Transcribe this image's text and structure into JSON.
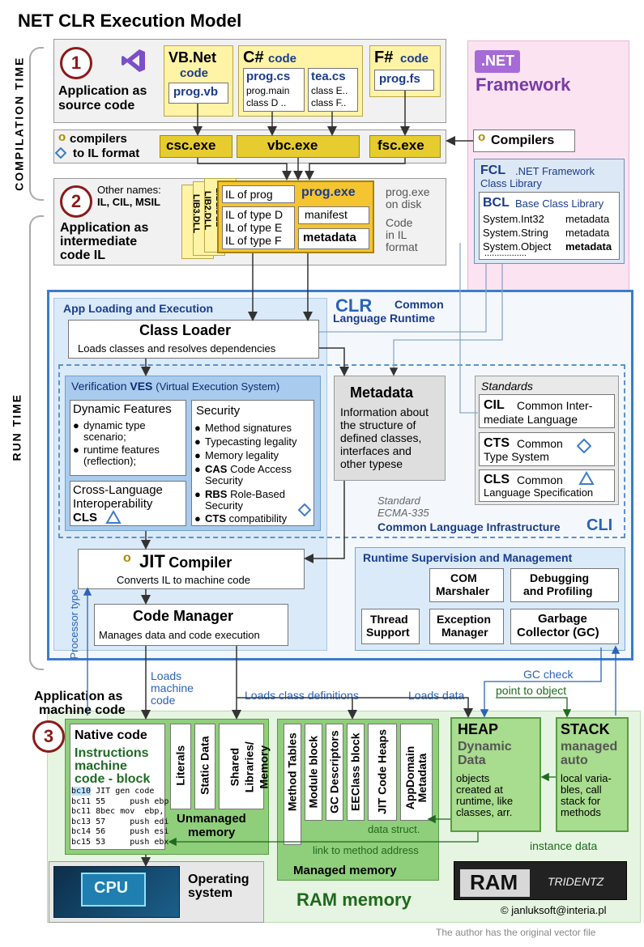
{
  "title": "NET CLR Execution Model",
  "side_labels": {
    "compilation": "COMPILATION TIME",
    "run": "RUN TIME"
  },
  "step_numbers": [
    "1",
    "2",
    "3"
  ],
  "source": {
    "caption": "Application as source code",
    "vb": {
      "title": "VB.Net",
      "sub": "code",
      "file": "prog.vb"
    },
    "cs": {
      "title": "C#",
      "sub": "code",
      "file1": "prog.cs",
      "file1_lines": [
        "prog.main",
        "class D .."
      ],
      "file2": "tea.cs",
      "file2_lines": [
        "class E..",
        "class F.."
      ]
    },
    "fs": {
      "title": "F#",
      "sub": "code",
      "file": "prog.fs"
    }
  },
  "net_framework": {
    "badge": ".NET",
    "label": "Framework"
  },
  "compilers": {
    "legend1": "compilers",
    "legend2": "to IL format",
    "items": [
      "csc.exe",
      "vbc.exe",
      "fsc.exe"
    ],
    "right_label": "Compilers"
  },
  "fcl": {
    "title": "FCL",
    "subtitle": ".NET Framework",
    "subtitle2": "Class Library",
    "bcl_title": "BCL",
    "bcl_subtitle": "Base Class Library",
    "rows": [
      {
        "type": "System.Int32",
        "meta": "metadata"
      },
      {
        "type": "System.String",
        "meta": "metadata"
      },
      {
        "type": "System.Object",
        "meta": "metadata"
      }
    ],
    "dots": "................."
  },
  "il": {
    "other_names_label": "Other names:",
    "other_names": "IL, CIL, MSIL",
    "caption": "Application as intermediate code IL",
    "dlls": [
      "LIB3.DLL",
      "LIB2.DLL",
      "LIB1.DLL"
    ],
    "il_of_prog": "IL of prog",
    "exe_name": "prog.exe",
    "types": [
      "IL of type D",
      "IL of type E",
      "IL of type F"
    ],
    "manifest": "manifest",
    "metadata": "metadata",
    "disk_note": [
      "prog.exe",
      "on disk",
      "Code",
      "in IL",
      "format"
    ]
  },
  "clr": {
    "app_loading": "App Loading and Execution",
    "title": "CLR",
    "subtitle1": "Common",
    "subtitle2": "Language Runtime",
    "class_loader": {
      "title": "Class Loader",
      "desc": "Loads classes and resolves dependencies"
    },
    "ves": {
      "title": "Verification",
      "abbr": "VES",
      "full": "(Virtual Execution System)"
    },
    "dynamic": {
      "title": "Dynamic Features",
      "items": [
        "dynamic type",
        "scenario;",
        "runtime features",
        "(reflection);"
      ]
    },
    "security": {
      "title": "Security",
      "items": [
        "Method signatures",
        "Typecasting legality",
        "Memory legality"
      ],
      "cas_abbr": "CAS",
      "cas": "Code Access",
      "cas2": "Security",
      "rbs_abbr": "RBS",
      "rbs": "Role-Based",
      "rbs2": "Security",
      "cts_abbr": "CTS",
      "cts": "compatibility"
    },
    "cross": {
      "title1": "Cross-Language",
      "title2": "Interoperability",
      "abbr": "CLS"
    },
    "metadata": {
      "title": "Metadata",
      "desc": [
        "Information about",
        "the structure of",
        "defined classes,",
        "interfaces and",
        "other typese"
      ]
    },
    "standards": {
      "title": "Standards",
      "cil": {
        "abbr": "CIL",
        "l1": "Common Inter-",
        "l2": "mediate Language"
      },
      "cts": {
        "abbr": "CTS",
        "l1": "Common",
        "l2": "Type System"
      },
      "cls": {
        "abbr": "CLS",
        "l1": "Common",
        "l2": "Language Specification"
      }
    },
    "ecma1": "Standard",
    "ecma2": "ECMA-335",
    "cli_full": "Common Language Infrastructure",
    "cli_abbr": "CLI",
    "jit": {
      "title1": "JIT",
      "title2": "Compiler",
      "desc": "Converts IL to machine code"
    },
    "code_manager": {
      "title": "Code Manager",
      "desc": "Manages data and code execution"
    },
    "supervision": {
      "title": "Runtime Supervision and Management",
      "com": [
        "COM",
        "Marshaler"
      ],
      "debug": [
        "Debugging",
        "and Profiling"
      ],
      "thread": [
        "Thread",
        "Support"
      ],
      "exception": [
        "Exception",
        "Manager"
      ],
      "gc": [
        "Garbage",
        "Collector (GC)"
      ]
    },
    "processor_type": "Processor type"
  },
  "flow": {
    "loads_machine": [
      "Loads",
      "machine",
      "code"
    ],
    "loads_class": "Loads class definitions",
    "loads_data": "Loads data",
    "gc_check": "GC check",
    "point_to_object": "point to object",
    "data_struct": "data struct.",
    "link_method": "link to method address",
    "instance_data": "instance   data"
  },
  "machine": {
    "caption1": "Application as",
    "caption2": "machine code",
    "native_title": "Native code",
    "instr1": "Instructions",
    "instr2": "machine",
    "instr3": "code - block",
    "asm": [
      {
        "addr": "bc10",
        "code": "JIT gen code"
      },
      {
        "addr": "bc11",
        "code": "55     push ebp"
      },
      {
        "addr": "bc11",
        "code": "8bec mov  ebp,"
      },
      {
        "addr": "bc13",
        "code": "57     push edi"
      },
      {
        "addr": "bc14",
        "code": "56     push esi"
      },
      {
        "addr": "bc15",
        "code": "53     push ebx"
      }
    ],
    "unmanaged_cols": [
      "Literals",
      "Static Data",
      "Shared Libraries/ Memory"
    ],
    "unmanaged_label1": "Unmanaged",
    "unmanaged_label2": "memory",
    "managed_cols": [
      "Method Tables",
      "Module block",
      "GC Descriptors",
      "EEClass block",
      "JIT Code Heaps",
      "AppDomain Metadata"
    ],
    "managed_label": "Managed memory",
    "heap": {
      "title": "HEAP",
      "sub1": "Dynamic",
      "sub2": "Data",
      "desc": [
        "objects",
        "created at",
        "runtime, like",
        "classes, arr."
      ]
    },
    "stack": {
      "title": "STACK",
      "sub1": "managed",
      "sub2": "auto",
      "desc": [
        "local varia-",
        "bles, call",
        "stack for",
        "methods"
      ]
    },
    "ram_memory": "RAM memory",
    "ram_stick": "RAM",
    "stick_brand": "TRIDENTZ",
    "cpu": "CPU",
    "os1": "Operating",
    "os2": "system",
    "credit": "janluksoft@interia.pl",
    "footer": "The author has the original vector file"
  }
}
